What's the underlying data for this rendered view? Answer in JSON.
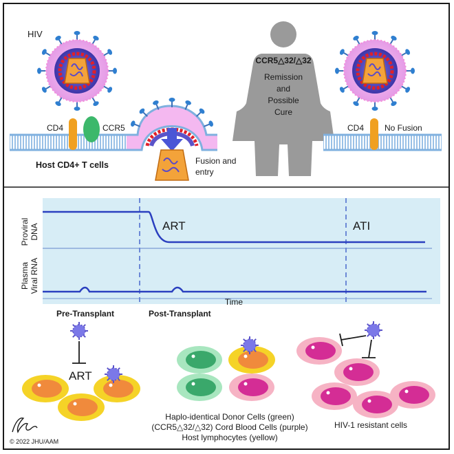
{
  "top": {
    "hiv_label": "HIV",
    "cd4_label": "CD4",
    "ccr5_label": "CCR5",
    "host_cells_label": "Host CD4+ T cells",
    "fusion_label_1": "Fusion and",
    "fusion_label_2": "entry",
    "genotype_label": "CCR5△32/△32",
    "remission_1": "Remission",
    "remission_2": "and",
    "remission_3": "Possible",
    "remission_4": "Cure",
    "cd4_right_label": "CD4",
    "no_fusion_label": "No Fusion"
  },
  "timeline": {
    "proviral_1": "Proviral",
    "proviral_2": "DNA",
    "plasma_1": "Plasma",
    "plasma_2": "Viral RNA",
    "art_label": "ART",
    "ati_label": "ATI",
    "time_label": "Time",
    "pre_label": "Pre-Transplant",
    "post_label": "Post-Transplant"
  },
  "bottom": {
    "art_label": "ART",
    "legend_1": "Haplo-identical Donor Cells (green)",
    "legend_2": "(CCR5△32/△32)  Cord Blood Cells (purple)",
    "legend_3": "Host lymphocytes (yellow)",
    "resistant_label": "HIV-1 resistant cells",
    "copyright": "© 2022 JHU/AAM"
  },
  "colors": {
    "virus_envelope": "#f2b6f0",
    "virus_inner": "#5a53c9",
    "virus_red": "#e0202a",
    "virus_core": "#f3a33a",
    "membrane": "#7fb0df",
    "cd4": "#f0a020",
    "ccr5": "#3cb86b",
    "person": "#9a9a9a",
    "timeline_bg": "#d7edf6",
    "timeline_line": "#2a3fbf",
    "host_cell": "#f5d327",
    "host_nucleus": "#f08a3c",
    "donor_cell": "#a8e6bf",
    "donor_nucleus": "#3aa86b",
    "cord_cell": "#f6b3c4",
    "cord_nucleus": "#d42d95"
  }
}
